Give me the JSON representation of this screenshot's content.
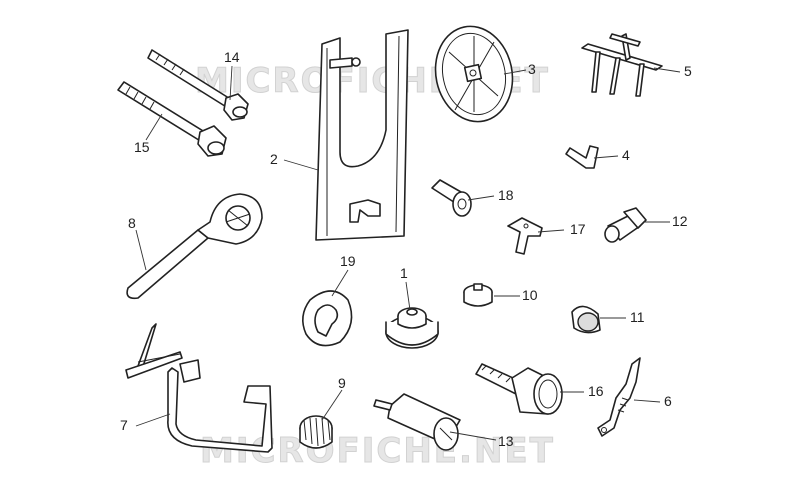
{
  "diagram": {
    "watermark_top": "MICROFICHE.NET",
    "watermark_bottom": "MICROFICHE.NET",
    "callouts": [
      {
        "id": "c1",
        "label": "1"
      },
      {
        "id": "c2",
        "label": "2"
      },
      {
        "id": "c3",
        "label": "3"
      },
      {
        "id": "c4",
        "label": "4"
      },
      {
        "id": "c5",
        "label": "5"
      },
      {
        "id": "c6",
        "label": "6"
      },
      {
        "id": "c7",
        "label": "7"
      },
      {
        "id": "c8",
        "label": "8"
      },
      {
        "id": "c9",
        "label": "9"
      },
      {
        "id": "c10",
        "label": "10"
      },
      {
        "id": "c11",
        "label": "11"
      },
      {
        "id": "c12",
        "label": "12"
      },
      {
        "id": "c13",
        "label": "13"
      },
      {
        "id": "c14",
        "label": "14"
      },
      {
        "id": "c15",
        "label": "15"
      },
      {
        "id": "c16",
        "label": "16"
      },
      {
        "id": "c17",
        "label": "17"
      },
      {
        "id": "c18",
        "label": "18"
      },
      {
        "id": "c19",
        "label": "19"
      }
    ]
  }
}
